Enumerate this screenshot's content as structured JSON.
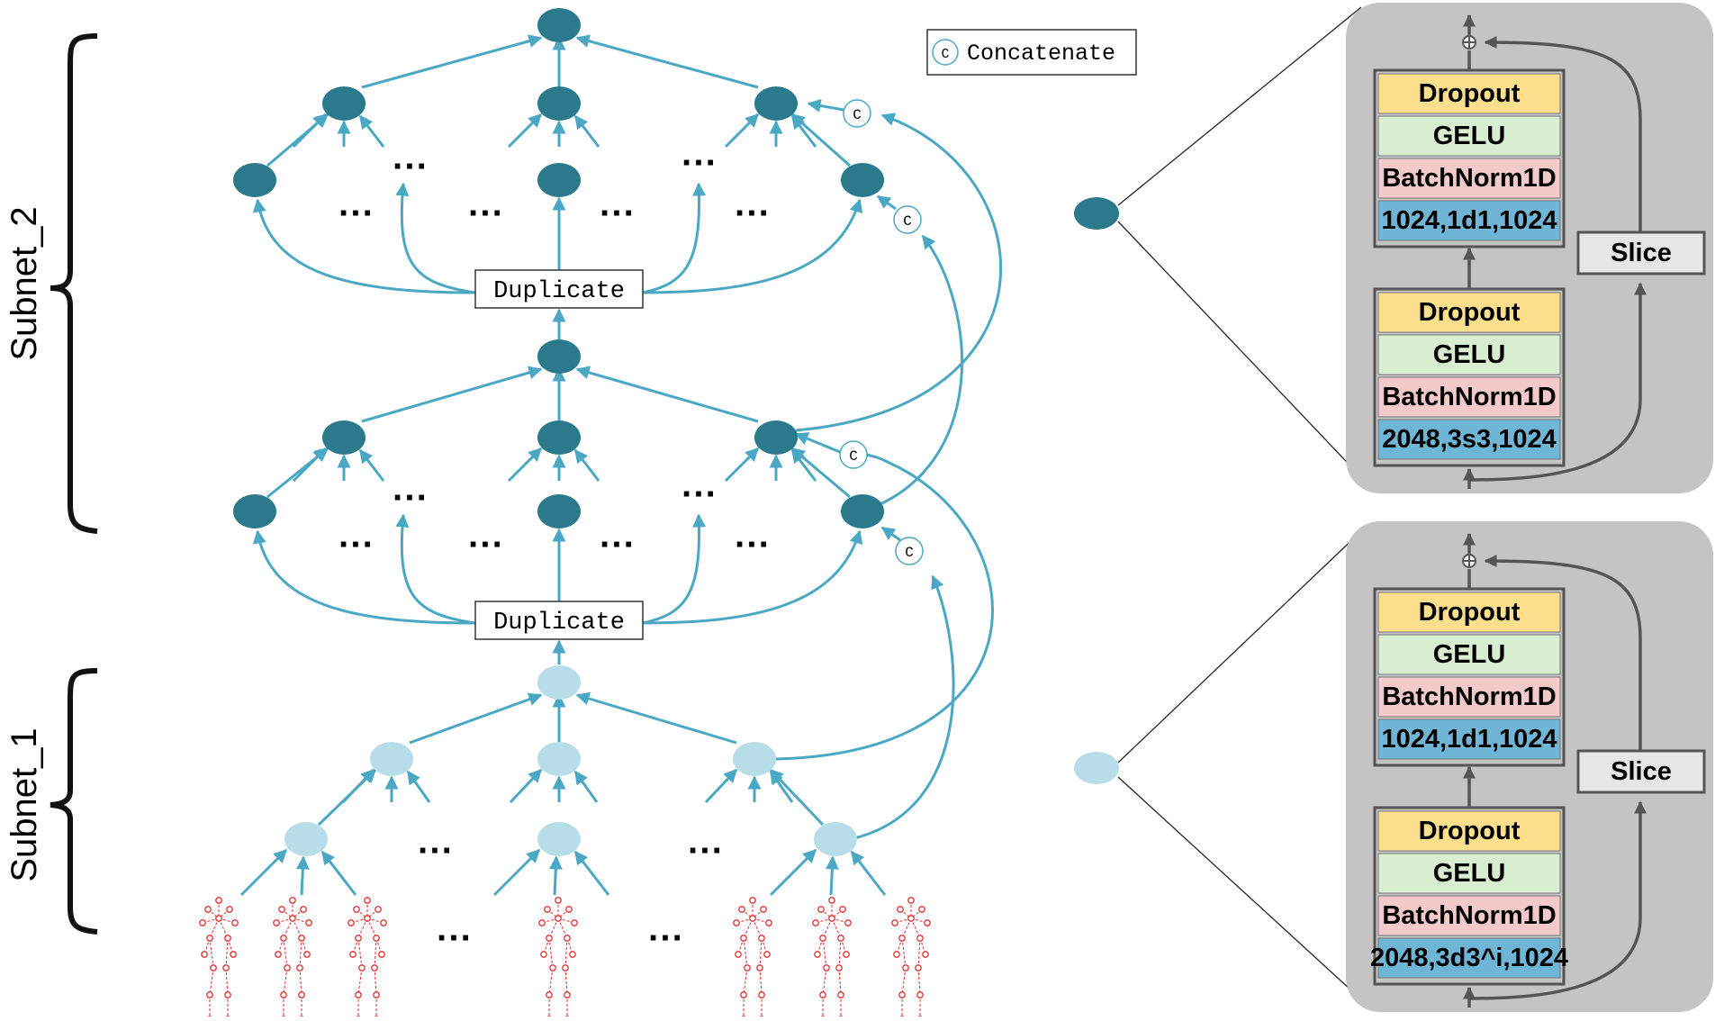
{
  "legend": {
    "symbol": "C",
    "label": "Concatenate"
  },
  "subnets": {
    "upper": "Subnet_2",
    "lower": "Subnet_1"
  },
  "duplicate_label": "Duplicate",
  "concat_symbol": "C",
  "ellipsis": "···",
  "colors": {
    "dark_node": "#2A7A8C",
    "light_node": "#B7DDE8",
    "edge": "#4AA8C4",
    "block_bg": "#C4C4C4",
    "joint": "#E03030"
  },
  "blocks": {
    "upper": {
      "top": [
        "Dropout",
        "GELU",
        "BatchNorm1D",
        "1024,1d1,1024"
      ],
      "bottom": [
        "Dropout",
        "GELU",
        "BatchNorm1D",
        "2048,3s3,1024"
      ],
      "slice": "Slice"
    },
    "lower": {
      "top": [
        "Dropout",
        "GELU",
        "BatchNorm1D",
        "1024,1d1,1024"
      ],
      "bottom": [
        "Dropout",
        "GELU",
        "BatchNorm1D",
        "2048,3d3^i,1024"
      ],
      "slice": "Slice"
    }
  }
}
